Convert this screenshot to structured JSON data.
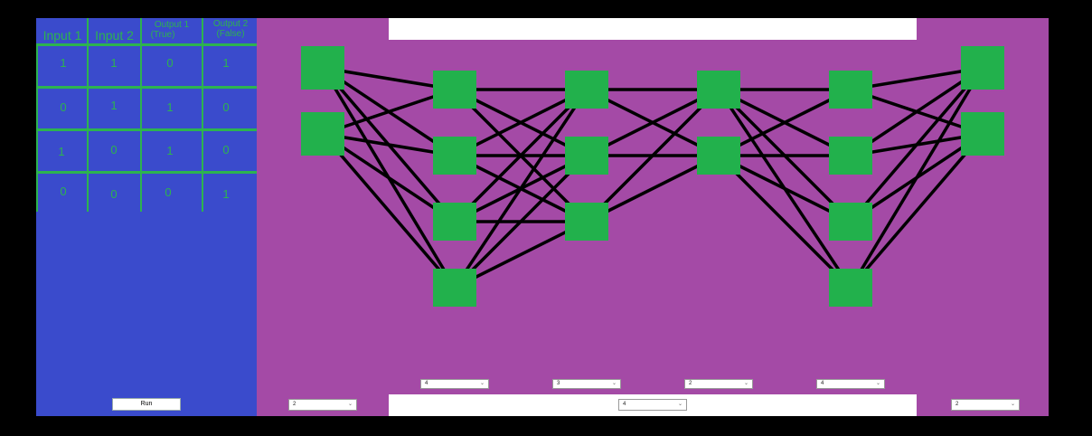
{
  "table": {
    "headers": [
      {
        "line1": "Input 1",
        "line2": ""
      },
      {
        "line1": "Input 2",
        "line2": ""
      },
      {
        "line1": "Output 1",
        "line2": "(True)"
      },
      {
        "line1": "Output 2",
        "line2": "(False)"
      }
    ],
    "rows": [
      [
        "1",
        "1",
        "0",
        "1"
      ],
      [
        "0",
        "1",
        "1",
        "0"
      ],
      [
        "1",
        "0",
        "1",
        "0"
      ],
      [
        "0",
        "0",
        "0",
        "1"
      ]
    ]
  },
  "run_button": {
    "label": "Run"
  },
  "network": {
    "layers": [
      2,
      4,
      3,
      2,
      4,
      2
    ],
    "node_color": "#22b14c",
    "edge_color": "#000000"
  },
  "selects": {
    "input_layer": "2",
    "hidden_layer_count": "4",
    "hidden_1": "4",
    "hidden_2": "3",
    "hidden_3": "2",
    "hidden_4": "4",
    "output_layer": "2"
  },
  "colors": {
    "table_bg": "#3a4bcc",
    "canvas_bg": "#a44aa6",
    "grid": "#2db34f"
  }
}
